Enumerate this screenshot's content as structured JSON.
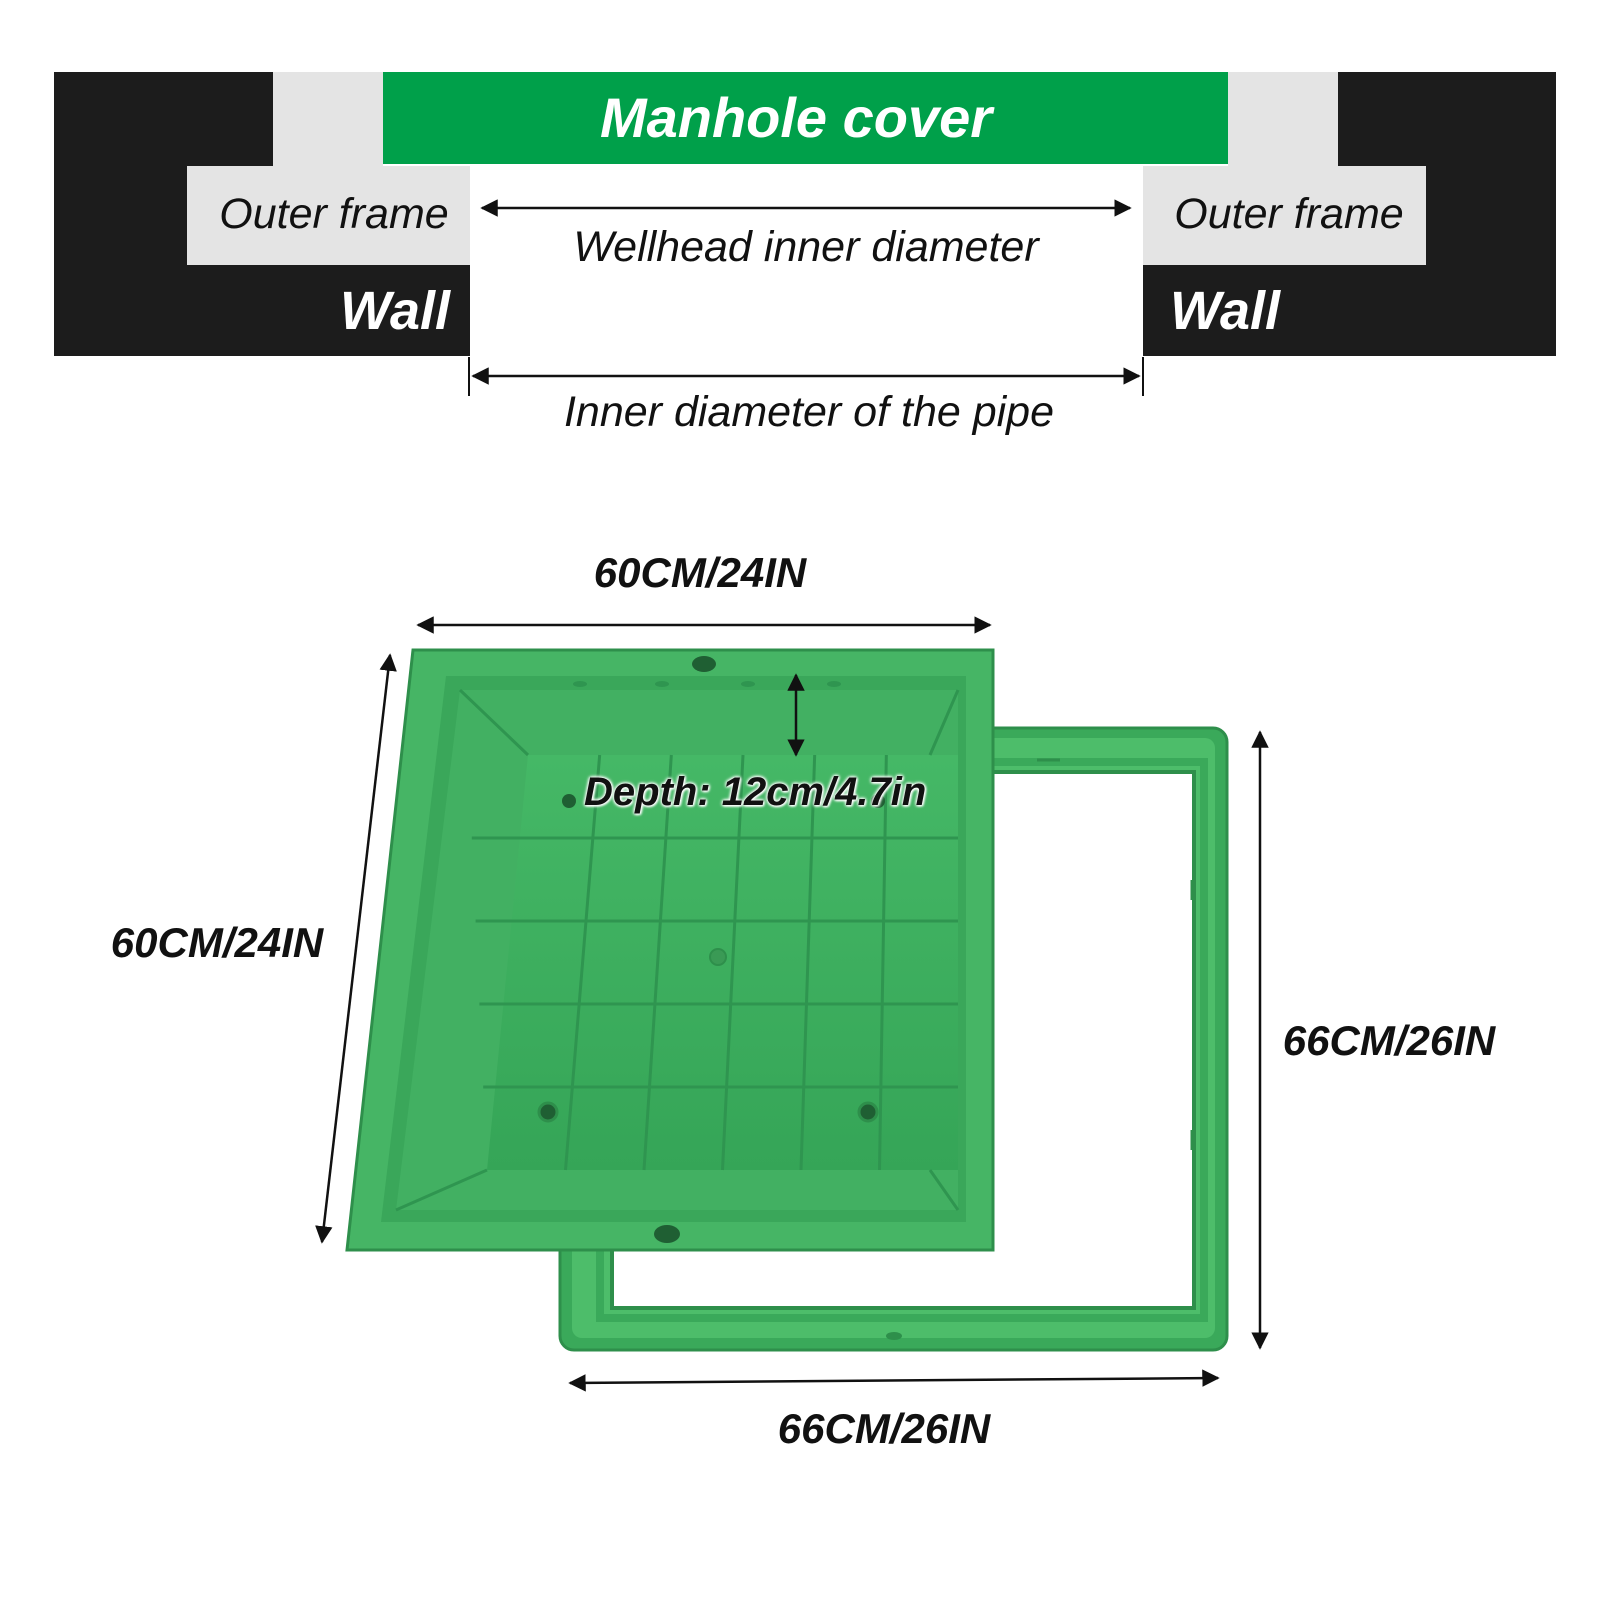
{
  "cross_section": {
    "cover_label": "Manhole cover",
    "outer_frame_left": "Outer frame",
    "outer_frame_right": "Outer frame",
    "wall_left": "Wall",
    "wall_right": "Wall",
    "wellhead_label": "Wellhead inner diameter",
    "pipe_label": "Inner diameter of the pipe"
  },
  "product": {
    "cover_width": "60CM/24IN",
    "cover_length": "60CM/24IN",
    "depth": "Depth: 12cm/4.7in",
    "frame_length": "66CM/26IN",
    "frame_width": "66CM/26IN"
  },
  "colors": {
    "cover_green": "#00a04a",
    "product_green": "#3fb35e",
    "wall_black": "#1c1c1c",
    "frame_grey": "#e4e4e4"
  }
}
